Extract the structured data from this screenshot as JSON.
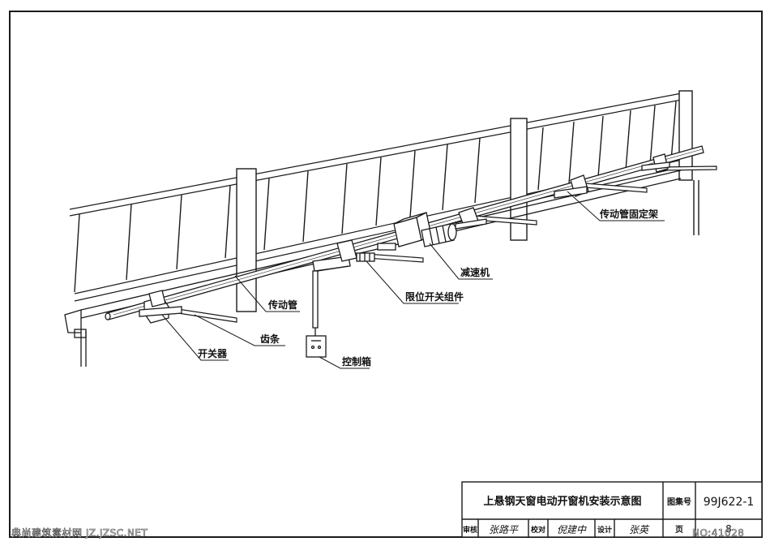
{
  "labels": {
    "transmission_tube": "传动管",
    "rack": "齿条",
    "switch": "开关器",
    "control_box": "控制箱",
    "limit_switch_assembly": "限位开关组件",
    "reducer": "减速机",
    "tube_bracket": "传动管固定架"
  },
  "title_block": {
    "title": "上悬钢天窗电动开窗机安装示意图",
    "atlas_no_label": "图集号",
    "atlas_no": "99J622-1",
    "review_label": "审核",
    "review_sig": "张路平",
    "check_label": "校对",
    "check_sig": "倪建中",
    "design_label": "设计",
    "design_sig": "张英",
    "page_label": "页",
    "page_no": "8"
  },
  "watermark": {
    "left": "典尚建筑素材网 JZ.JZSC.NET",
    "right": "NO:41028"
  },
  "colors": {
    "line": "#1a1a1a",
    "paper": "#ffffff"
  }
}
